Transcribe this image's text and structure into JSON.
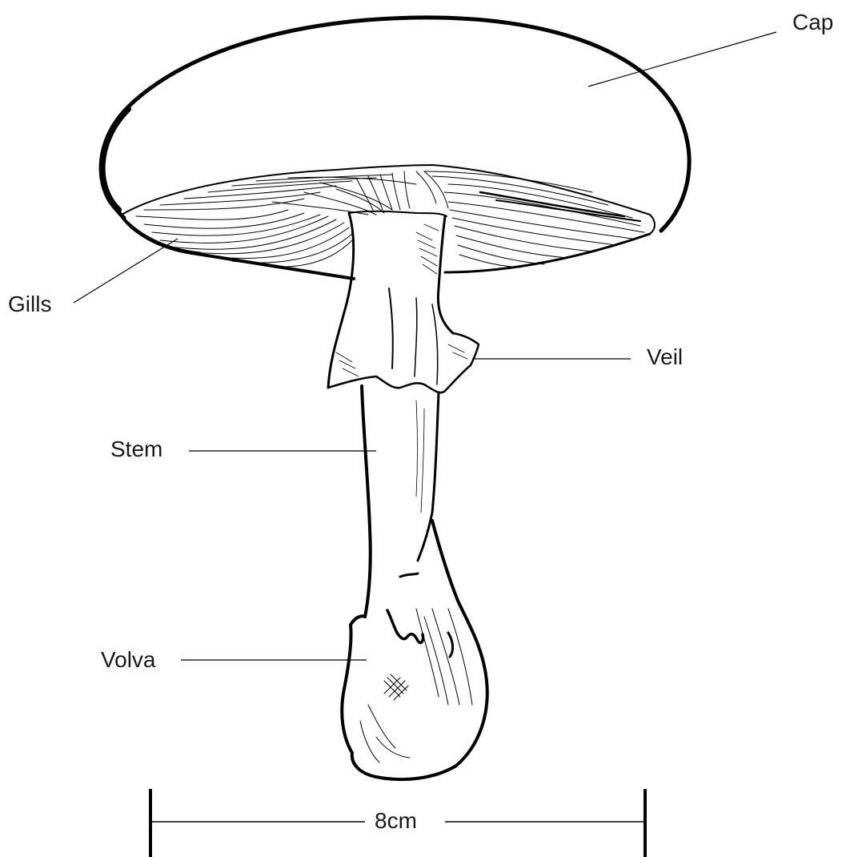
{
  "labels": {
    "cap": "Cap",
    "gills": "Gills",
    "veil": "Veil",
    "stem": "Stem",
    "volva": "Volva"
  },
  "scale_bar": {
    "label": "8cm"
  },
  "colors": {
    "ink": "#000000",
    "text": "#1a1a1a",
    "background": "#ffffff"
  }
}
